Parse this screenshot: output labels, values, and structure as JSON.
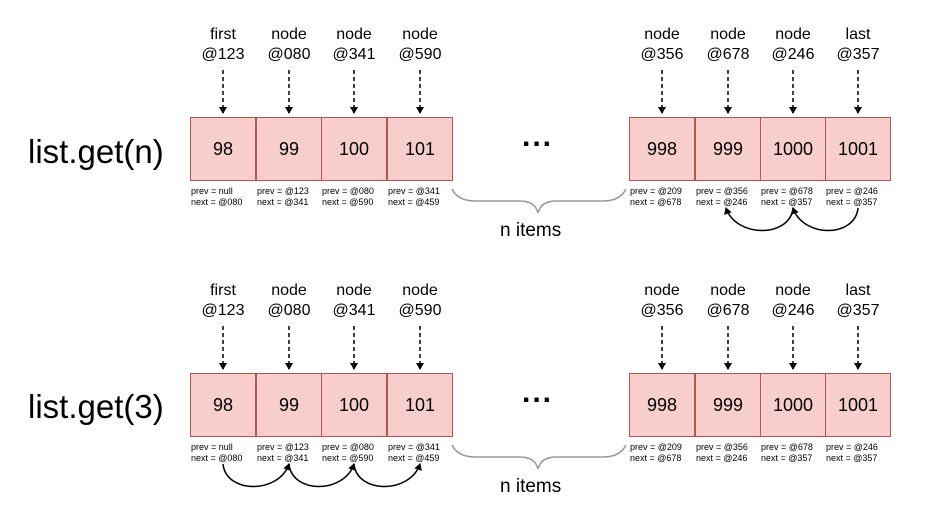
{
  "rows": [
    {
      "title": "list.get(n)",
      "caption": "n items",
      "ellipsis": "...",
      "nodes": [
        {
          "label1": "first",
          "label2": "@123",
          "value": "98",
          "prev": "prev = null",
          "next": "next = @080"
        },
        {
          "label1": "node",
          "label2": "@080",
          "value": "99",
          "prev": "prev = @123",
          "next": "next = @341"
        },
        {
          "label1": "node",
          "label2": "@341",
          "value": "100",
          "prev": "prev = @080",
          "next": "next = @590"
        },
        {
          "label1": "node",
          "label2": "@590",
          "value": "101",
          "prev": "prev = @341",
          "next": "next = @459"
        },
        {
          "label1": "node",
          "label2": "@356",
          "value": "998",
          "prev": "prev = @209",
          "next": "next = @678"
        },
        {
          "label1": "node",
          "label2": "@678",
          "value": "999",
          "prev": "prev = @356",
          "next": "next = @246"
        },
        {
          "label1": "node",
          "label2": "@246",
          "value": "1000",
          "prev": "prev = @678",
          "next": "next = @357"
        },
        {
          "label1": "last",
          "label2": "@357",
          "value": "1001",
          "prev": "prev = @246",
          "next": "next = @357"
        }
      ]
    },
    {
      "title": "list.get(3)",
      "caption": "n items",
      "ellipsis": "...",
      "nodes": [
        {
          "label1": "first",
          "label2": "@123",
          "value": "98",
          "prev": "prev = null",
          "next": "next = @080"
        },
        {
          "label1": "node",
          "label2": "@080",
          "value": "99",
          "prev": "prev = @123",
          "next": "next = @341"
        },
        {
          "label1": "node",
          "label2": "@341",
          "value": "100",
          "prev": "prev = @080",
          "next": "next = @590"
        },
        {
          "label1": "node",
          "label2": "@590",
          "value": "101",
          "prev": "prev = @341",
          "next": "next = @459"
        },
        {
          "label1": "node",
          "label2": "@356",
          "value": "998",
          "prev": "prev = @209",
          "next": "next = @678"
        },
        {
          "label1": "node",
          "label2": "@678",
          "value": "999",
          "prev": "prev = @356",
          "next": "next = @246"
        },
        {
          "label1": "node",
          "label2": "@246",
          "value": "1000",
          "prev": "prev = @678",
          "next": "next = @357"
        },
        {
          "label1": "last",
          "label2": "@357",
          "value": "1001",
          "prev": "prev = @246",
          "next": "next = @357"
        }
      ]
    }
  ],
  "colors": {
    "cell_fill": "#f8cecc",
    "cell_border": "#b85450",
    "brace": "#999999"
  }
}
